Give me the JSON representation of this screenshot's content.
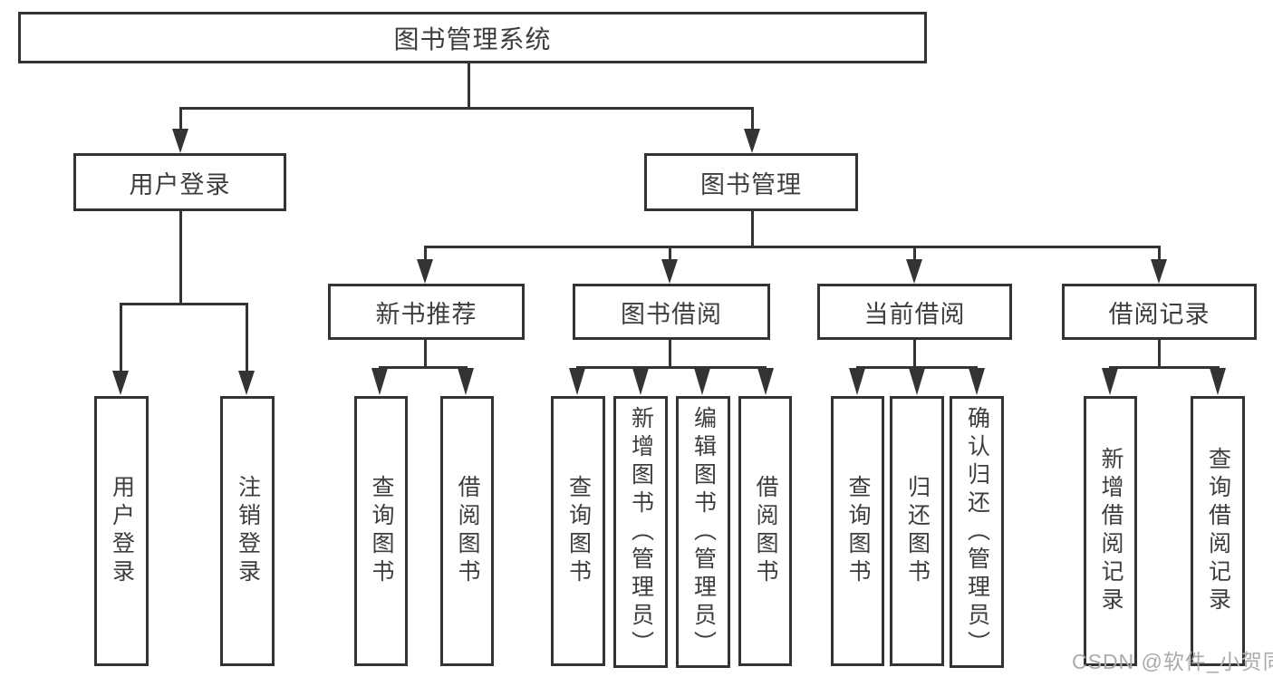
{
  "root": {
    "label": "图书管理系统"
  },
  "level2": [
    {
      "label": "用户登录"
    },
    {
      "label": "图书管理"
    }
  ],
  "level3": [
    {
      "label": "新书推荐"
    },
    {
      "label": "图书借阅"
    },
    {
      "label": "当前借阅"
    },
    {
      "label": "借阅记录"
    }
  ],
  "leaves": {
    "user_login": [
      {
        "label": "用户登录"
      },
      {
        "label": "注销登录"
      }
    ],
    "new_book": [
      {
        "label": "查询图书"
      },
      {
        "label": "借阅图书"
      }
    ],
    "book_borrow": [
      {
        "label": "查询图书"
      },
      {
        "label": "新增图书（管理员）"
      },
      {
        "label": "编辑图书（管理员）"
      },
      {
        "label": "借阅图书"
      }
    ],
    "current_borrow": [
      {
        "label": "查询图书"
      },
      {
        "label": "归还图书"
      },
      {
        "label": "确认归还（管理员）"
      }
    ],
    "borrow_records": [
      {
        "label": "新增借阅记录"
      },
      {
        "label": "查询借阅记录"
      }
    ]
  },
  "watermark": {
    "text": "CSDN @软件_小贺同学"
  },
  "colors": {
    "line": "#333333",
    "text": "#3d3d3d",
    "watermark": "#ababab",
    "background": "#ffffff"
  }
}
